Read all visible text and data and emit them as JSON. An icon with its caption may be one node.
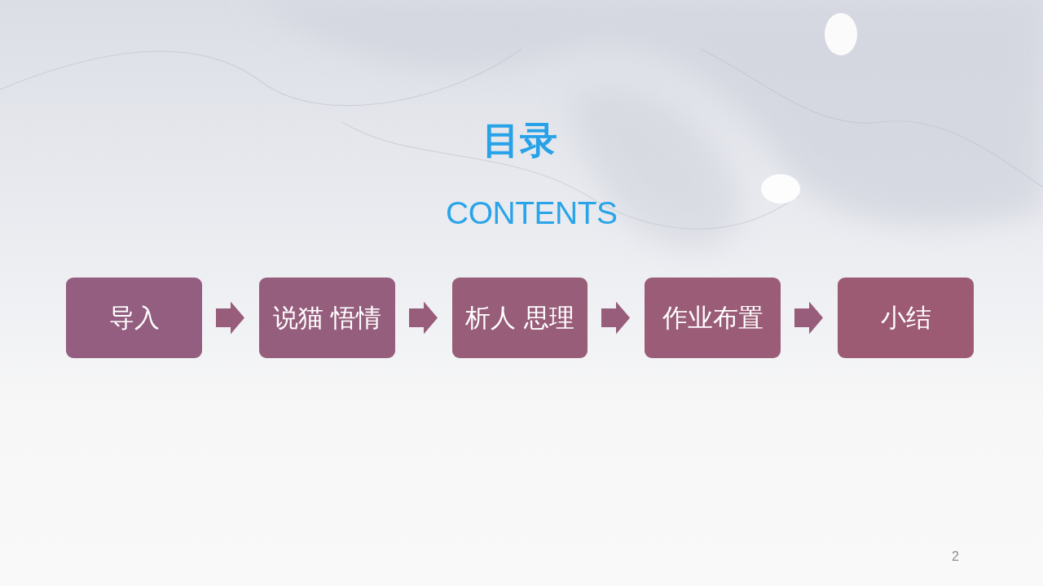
{
  "diagram": {
    "title": "目录",
    "nodes": [
      {
        "text": [
          "导入"
        ]
      },
      {
        "text": [
          "说猫 悟情"
        ]
      },
      {
        "text": [
          "析人 思理"
        ]
      },
      {
        "text": [
          "作业布置"
        ]
      },
      {
        "text": [
          "小结"
        ]
      }
    ],
    "edges": [
      {
        "from": 0,
        "to": 1,
        "arrow": "to"
      },
      {
        "from": 1,
        "to": 2,
        "arrow": "to"
      },
      {
        "from": 2,
        "to": 3,
        "arrow": "to"
      },
      {
        "from": 3,
        "to": 4,
        "arrow": "to"
      }
    ],
    "labels": [
      "CONTENTS",
      "2"
    ]
  }
}
